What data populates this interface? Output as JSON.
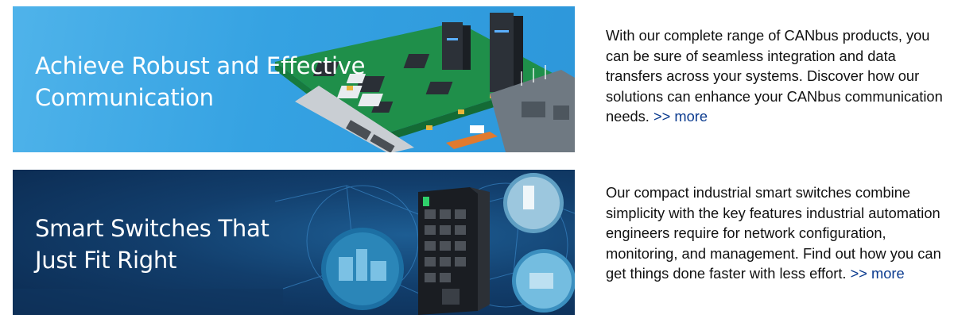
{
  "promos": [
    {
      "banner_title_line1": "Achieve Robust and Effective",
      "banner_title_line2": "Communication",
      "description": "With our complete range of CANbus products, you can be sure of seamless integration and data transfers across your systems. Discover how our solutions can enhance your CANbus communication needs.",
      "more_link": ">> more",
      "banner_art": "circuit-board-illustration"
    },
    {
      "banner_title_line1": "Smart Switches That",
      "banner_title_line2": "Just Fit Right",
      "description": "Our compact industrial smart switches combine simplicity with the key features industrial automation engineers require for network configuration, monitoring, and management. Find out how you can get things done faster with less effort.",
      "more_link": ">> more",
      "banner_art": "industrial-switch-illustration"
    }
  ],
  "colors": {
    "link": "#0b3b8f",
    "banner1_bg": "#35a2e2",
    "banner2_bg": "#123e6c",
    "text": "#111111"
  }
}
